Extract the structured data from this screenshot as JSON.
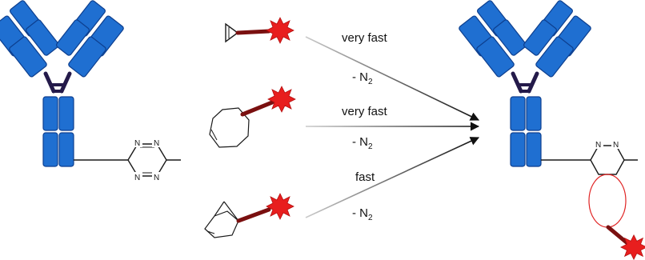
{
  "colors": {
    "antibody_blue": "#1f6fd1",
    "antibody_outline": "#0d3f8f",
    "hinge": "#241a4a",
    "linker": "#7a1010",
    "fluorophore": "#e81e1e",
    "ring_red": "#e02424",
    "arrow": "#111111"
  },
  "icons": {
    "left_label": "antibody-tetrazine-conjugate",
    "reagent_1": "cyclopropene-fluorophore",
    "reagent_2": "trans-cyclooctene-fluorophore",
    "reagent_3": "norbornene-fluorophore",
    "product": "antibody-pyridazine-fluorophore-conjugate"
  },
  "tetrazine": {
    "n1": "N",
    "n2": "N",
    "n3": "N",
    "n4": "N"
  },
  "product_ring": {
    "n1": "N",
    "n2": "N"
  },
  "reactions": [
    {
      "rate": "very fast",
      "byproduct_prefix": "- N",
      "byproduct_sub": "2"
    },
    {
      "rate": "very fast",
      "byproduct_prefix": "- N",
      "byproduct_sub": "2"
    },
    {
      "rate": "fast",
      "byproduct_prefix": "- N",
      "byproduct_sub": "2"
    }
  ]
}
